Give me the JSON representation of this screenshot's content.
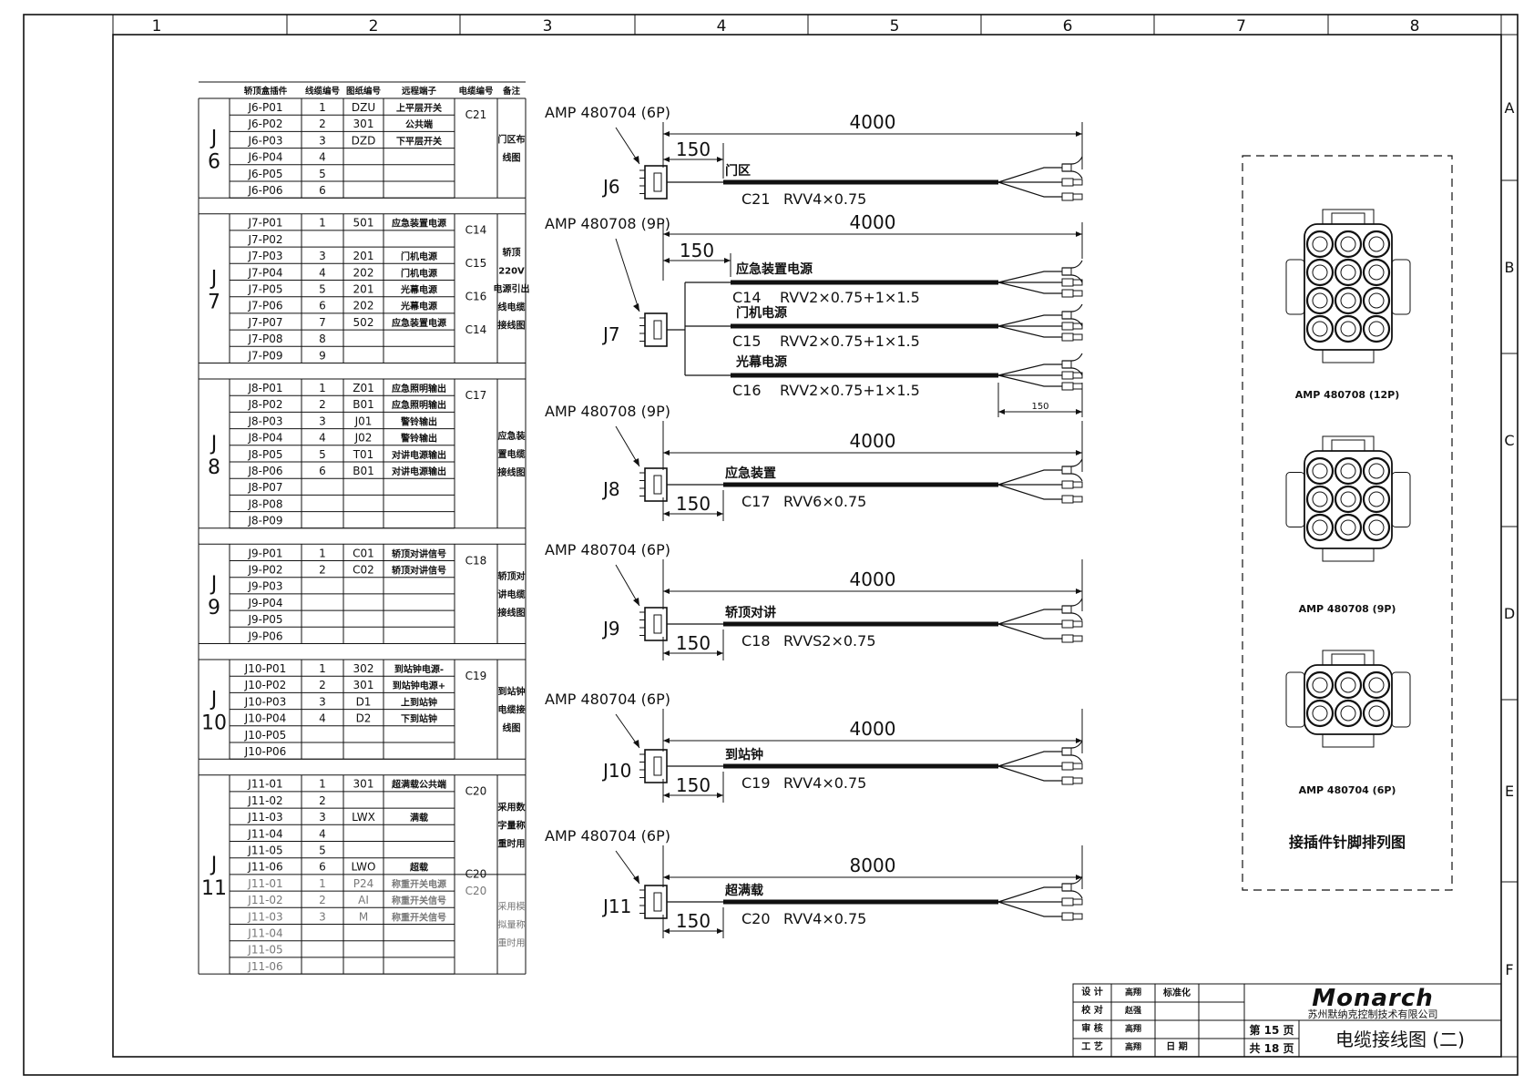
{
  "grid": {
    "columns": [
      "1",
      "2",
      "3",
      "4",
      "5",
      "6",
      "7",
      "8"
    ],
    "rows": [
      "A",
      "B",
      "C",
      "D",
      "E",
      "F"
    ]
  },
  "table": {
    "headers": [
      "轿顶盒插件",
      "线缆编号",
      "图纸编号",
      "远程端子",
      "电缆编号",
      "备注"
    ],
    "groups": [
      {
        "label": [
          "J",
          "6"
        ],
        "remark": [
          "门区布",
          "线图"
        ],
        "rows": [
          {
            "pin": "J6-P01",
            "no": "1",
            "code": "DZU",
            "term": "上平层开关",
            "cable": "C21"
          },
          {
            "pin": "J6-P02",
            "no": "2",
            "code": "301",
            "term": "公共端",
            "cable": ""
          },
          {
            "pin": "J6-P03",
            "no": "3",
            "code": "DZD",
            "term": "下平层开关",
            "cable": ""
          },
          {
            "pin": "J6-P04",
            "no": "4",
            "code": "",
            "term": "",
            "cable": ""
          },
          {
            "pin": "J6-P05",
            "no": "5",
            "code": "",
            "term": "",
            "cable": ""
          },
          {
            "pin": "J6-P06",
            "no": "6",
            "code": "",
            "term": "",
            "cable": ""
          }
        ]
      },
      {
        "label": [
          "J",
          "7"
        ],
        "remark": [
          "轿顶",
          "220V",
          "电源引出",
          "线电缆",
          "接线图"
        ],
        "rows": [
          {
            "pin": "J7-P01",
            "no": "1",
            "code": "501",
            "term": "应急装置电源",
            "cable": "C14"
          },
          {
            "pin": "J7-P02",
            "no": "",
            "code": "",
            "term": "",
            "cable": ""
          },
          {
            "pin": "J7-P03",
            "no": "3",
            "code": "201",
            "term": "门机电源",
            "cable": "C15"
          },
          {
            "pin": "J7-P04",
            "no": "4",
            "code": "202",
            "term": "门机电源",
            "cable": ""
          },
          {
            "pin": "J7-P05",
            "no": "5",
            "code": "201",
            "term": "光幕电源",
            "cable": "C16"
          },
          {
            "pin": "J7-P06",
            "no": "6",
            "code": "202",
            "term": "光幕电源",
            "cable": ""
          },
          {
            "pin": "J7-P07",
            "no": "7",
            "code": "502",
            "term": "应急装置电源",
            "cable": "C14"
          },
          {
            "pin": "J7-P08",
            "no": "8",
            "code": "",
            "term": "",
            "cable": ""
          },
          {
            "pin": "J7-P09",
            "no": "9",
            "code": "",
            "term": "",
            "cable": ""
          }
        ]
      },
      {
        "label": [
          "J",
          "8"
        ],
        "remark": [
          "应急装",
          "置电缆",
          "接线图"
        ],
        "rows": [
          {
            "pin": "J8-P01",
            "no": "1",
            "code": "Z01",
            "term": "应急照明输出",
            "cable": "C17"
          },
          {
            "pin": "J8-P02",
            "no": "2",
            "code": "B01",
            "term": "应急照明输出",
            "cable": ""
          },
          {
            "pin": "J8-P03",
            "no": "3",
            "code": "J01",
            "term": "警铃输出",
            "cable": ""
          },
          {
            "pin": "J8-P04",
            "no": "4",
            "code": "J02",
            "term": "警铃输出",
            "cable": ""
          },
          {
            "pin": "J8-P05",
            "no": "5",
            "code": "T01",
            "term": "对讲电源输出",
            "cable": ""
          },
          {
            "pin": "J8-P06",
            "no": "6",
            "code": "B01",
            "term": "对讲电源输出",
            "cable": ""
          },
          {
            "pin": "J8-P07",
            "no": "",
            "code": "",
            "term": "",
            "cable": ""
          },
          {
            "pin": "J8-P08",
            "no": "",
            "code": "",
            "term": "",
            "cable": ""
          },
          {
            "pin": "J8-P09",
            "no": "",
            "code": "",
            "term": "",
            "cable": ""
          }
        ]
      },
      {
        "label": [
          "J",
          "9"
        ],
        "remark": [
          "轿顶对",
          "讲电缆",
          "接线图"
        ],
        "rows": [
          {
            "pin": "J9-P01",
            "no": "1",
            "code": "C01",
            "term": "轿顶对讲信号",
            "cable": "C18"
          },
          {
            "pin": "J9-P02",
            "no": "2",
            "code": "C02",
            "term": "轿顶对讲信号",
            "cable": ""
          },
          {
            "pin": "J9-P03",
            "no": "",
            "code": "",
            "term": "",
            "cable": ""
          },
          {
            "pin": "J9-P04",
            "no": "",
            "code": "",
            "term": "",
            "cable": ""
          },
          {
            "pin": "J9-P05",
            "no": "",
            "code": "",
            "term": "",
            "cable": ""
          },
          {
            "pin": "J9-P06",
            "no": "",
            "code": "",
            "term": "",
            "cable": ""
          }
        ]
      },
      {
        "label": [
          "J",
          "10"
        ],
        "remark": [
          "到站钟",
          "电缆接",
          "线图"
        ],
        "rows": [
          {
            "pin": "J10-P01",
            "no": "1",
            "code": "302",
            "term": "到站钟电源-",
            "cable": "C19"
          },
          {
            "pin": "J10-P02",
            "no": "2",
            "code": "301",
            "term": "到站钟电源+",
            "cable": ""
          },
          {
            "pin": "J10-P03",
            "no": "3",
            "code": "D1",
            "term": "上到站钟",
            "cable": ""
          },
          {
            "pin": "J10-P04",
            "no": "4",
            "code": "D2",
            "term": "下到站钟",
            "cable": ""
          },
          {
            "pin": "J10-P05",
            "no": "",
            "code": "",
            "term": "",
            "cable": ""
          },
          {
            "pin": "J10-P06",
            "no": "",
            "code": "",
            "term": "",
            "cable": ""
          }
        ]
      },
      {
        "label": [
          "J",
          "11"
        ],
        "remark": [
          "采用数",
          "字量称",
          "重时用"
        ],
        "remark2": [
          "采用模",
          "拟量称",
          "重时用"
        ],
        "rows": [
          {
            "pin": "J11-01",
            "no": "1",
            "code": "301",
            "term": "超满载公共端",
            "cable": "C20",
            "grey": false
          },
          {
            "pin": "J11-02",
            "no": "2",
            "code": "",
            "term": "",
            "cable": "",
            "grey": false
          },
          {
            "pin": "J11-03",
            "no": "3",
            "code": "LWX",
            "term": "满载",
            "cable": "",
            "grey": false
          },
          {
            "pin": "J11-04",
            "no": "4",
            "code": "",
            "term": "",
            "cable": "",
            "grey": false
          },
          {
            "pin": "J11-05",
            "no": "5",
            "code": "",
            "term": "",
            "cable": "",
            "grey": false
          },
          {
            "pin": "J11-06",
            "no": "6",
            "code": "LWO",
            "term": "超载",
            "cable": "C20",
            "grey": false
          },
          {
            "pin": "J11-01",
            "no": "1",
            "code": "P24",
            "term": "称重开关电源",
            "cable": "C20",
            "grey": true
          },
          {
            "pin": "J11-02",
            "no": "2",
            "code": "AI",
            "term": "称重开关信号",
            "cable": "",
            "grey": true
          },
          {
            "pin": "J11-03",
            "no": "3",
            "code": "M",
            "term": "称重开关信号",
            "cable": "",
            "grey": true
          },
          {
            "pin": "J11-04",
            "no": "",
            "code": "",
            "term": "",
            "cable": "",
            "grey": true
          },
          {
            "pin": "J11-05",
            "no": "",
            "code": "",
            "term": "",
            "cable": "",
            "grey": true
          },
          {
            "pin": "J11-06",
            "no": "",
            "code": "",
            "term": "",
            "cable": "",
            "grey": true
          }
        ]
      }
    ]
  },
  "cables": [
    {
      "connector": "AMP 480704 (6P)",
      "jack": "J6",
      "length": "4000",
      "offset": "150",
      "lines": [
        {
          "label": "门区",
          "code": "C21",
          "type": "RVV4×0.75",
          "wires": 3
        }
      ]
    },
    {
      "connector": "AMP 480708 (9P)",
      "jack": "J7",
      "length": "4000",
      "offset": "150",
      "tail_dim": "150",
      "lines": [
        {
          "label": "应急装置电源",
          "code": "C14",
          "type": "RVV2×0.75+1×1.5",
          "wires": 3
        },
        {
          "label": "门机电源",
          "code": "C15",
          "type": "RVV2×0.75+1×1.5",
          "wires": 3
        },
        {
          "label": "光幕电源",
          "code": "C16",
          "type": "RVV2×0.75+1×1.5",
          "wires": 3
        }
      ]
    },
    {
      "connector": "AMP 480708 (9P)",
      "jack": "J8",
      "length": "4000",
      "offset": "150",
      "lines": [
        {
          "label": "应急装置",
          "code": "C17",
          "type": "RVV6×0.75",
          "wires": 3
        }
      ]
    },
    {
      "connector": "AMP 480704 (6P)",
      "jack": "J9",
      "length": "4000",
      "offset": "150",
      "lines": [
        {
          "label": "轿顶对讲",
          "code": "C18",
          "type": "RVVS2×0.75",
          "wires": 3
        }
      ]
    },
    {
      "connector": "AMP 480704 (6P)",
      "jack": "J10",
      "length": "4000",
      "offset": "150",
      "lines": [
        {
          "label": "到站钟",
          "code": "C19",
          "type": "RVV4×0.75",
          "wires": 3
        }
      ]
    },
    {
      "connector": "AMP 480704 (6P)",
      "jack": "J11",
      "length": "8000",
      "offset": "150",
      "lines": [
        {
          "label": "超满载",
          "code": "C20",
          "type": "RVV4×0.75",
          "wires": 3
        }
      ]
    }
  ],
  "pinout": {
    "title": "接插件针脚排列图",
    "connectors": [
      {
        "name": "AMP 480708 (12P)",
        "pins": 12
      },
      {
        "name": "AMP 480708 (9P)",
        "pins": 9
      },
      {
        "name": "AMP 480704 (6P)",
        "pins": 6
      }
    ]
  },
  "title_block": {
    "labels": {
      "design": "设 计",
      "check": "校 对",
      "review": "审 核",
      "process": "工 艺",
      "standard": "标准化",
      "date": "日 期"
    },
    "names": {
      "design": "高翔",
      "check": "赵强",
      "review": "高翔",
      "process": "高翔"
    },
    "logo": "Monarch",
    "company": "苏州默纳克控制技术有限公司",
    "page": "第 15 页",
    "total": "共 18 页",
    "drawing_title": "电缆接线图 (二)"
  }
}
